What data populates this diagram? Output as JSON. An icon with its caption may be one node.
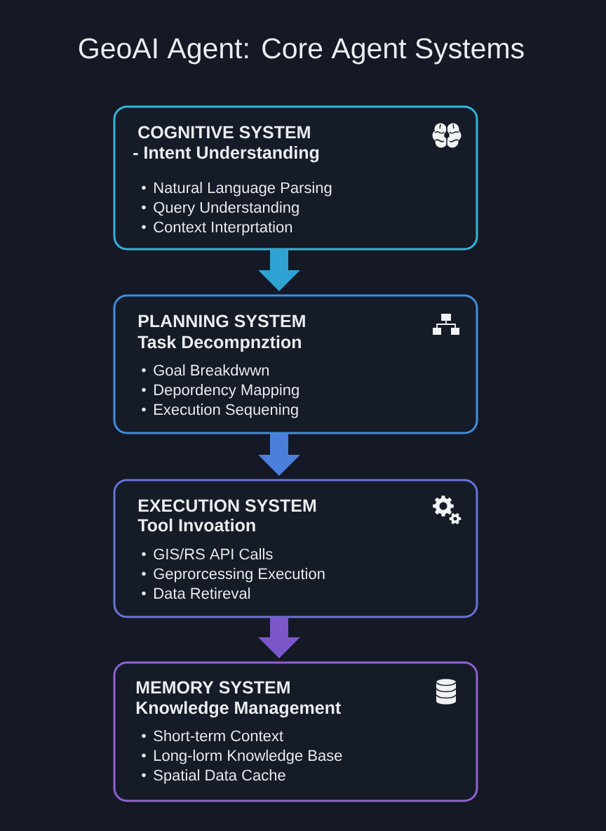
{
  "diagram": {
    "title": "GeoAI Agent: Core Agent Systems",
    "nodes": [
      {
        "text": [
          "COGNITIVE SYSTEM",
          "- Intent Understanding",
          "Natural Language Parsing",
          "Query Understanding",
          "Context Interprtation"
        ]
      },
      {
        "text": [
          "PLANNING SYSTEM",
          "Task Decompnztion",
          "Goal Breakdwwn",
          "Depordency Mapping",
          "Execution Sequening"
        ]
      },
      {
        "text": [
          "EXECUTION SYSTEM",
          "Tool Invoation",
          "GIS/RS API Calls",
          "Geprorcessing Execution",
          "Data Retireval"
        ]
      },
      {
        "text": [
          "MEMORY SYSTEM",
          "Knowledge Management",
          "Short-term Context",
          "Long-lorm Knowledge Base",
          "Spatial Data Cache"
        ]
      }
    ],
    "edges": [
      {
        "from": 0,
        "to": 1,
        "arrow": "to",
        "color": "#2fa2d3"
      },
      {
        "from": 1,
        "to": 2,
        "arrow": "to",
        "color": "#4a7fdc"
      },
      {
        "from": 2,
        "to": 3,
        "arrow": "to",
        "color": "#7b57c9"
      }
    ]
  }
}
